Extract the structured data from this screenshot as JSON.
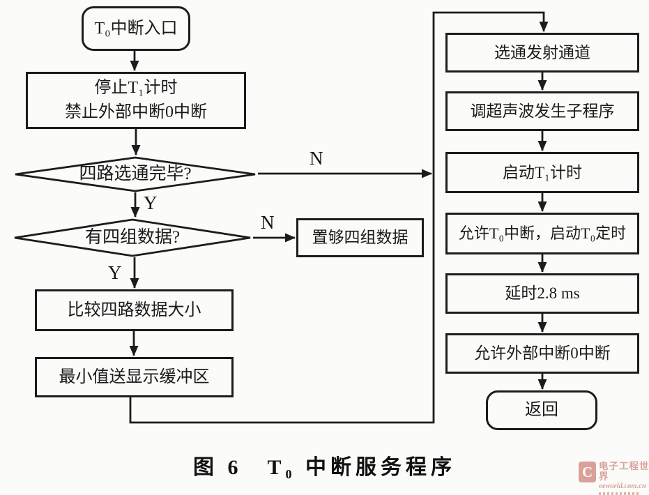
{
  "figure": {
    "caption": "图 6　T₀ 中断服务程序"
  },
  "flowchart": {
    "entry_label": "T₀中断入口",
    "stop_label": "停止T₁计时\n禁止外部中断0中断",
    "decision_gating_label": "四路选通完毕?",
    "decision_data_label": "有四组数据?",
    "set_data_label": "置够四组数据",
    "compare_label": "比较四路数据大小",
    "min_value_label": "最小值送显示缓冲区",
    "right_steps": [
      "选通发射通道",
      "调超声波发生子程序",
      "启动T₁计时",
      "允许T₀中断，启动T₀定时",
      "延时2.8 ms",
      "允许外部中断0中断"
    ],
    "return_label": "返回",
    "yes_label": "Y",
    "no_label": "N"
  },
  "watermark": {
    "logo_letter": "C",
    "site_name": "电子工程世界",
    "site_domain": "eeworld.com.cn"
  },
  "colors": {
    "line": "#1c1c1c",
    "background": "#fbfbf9",
    "watermark_red": "#b94a3c"
  }
}
